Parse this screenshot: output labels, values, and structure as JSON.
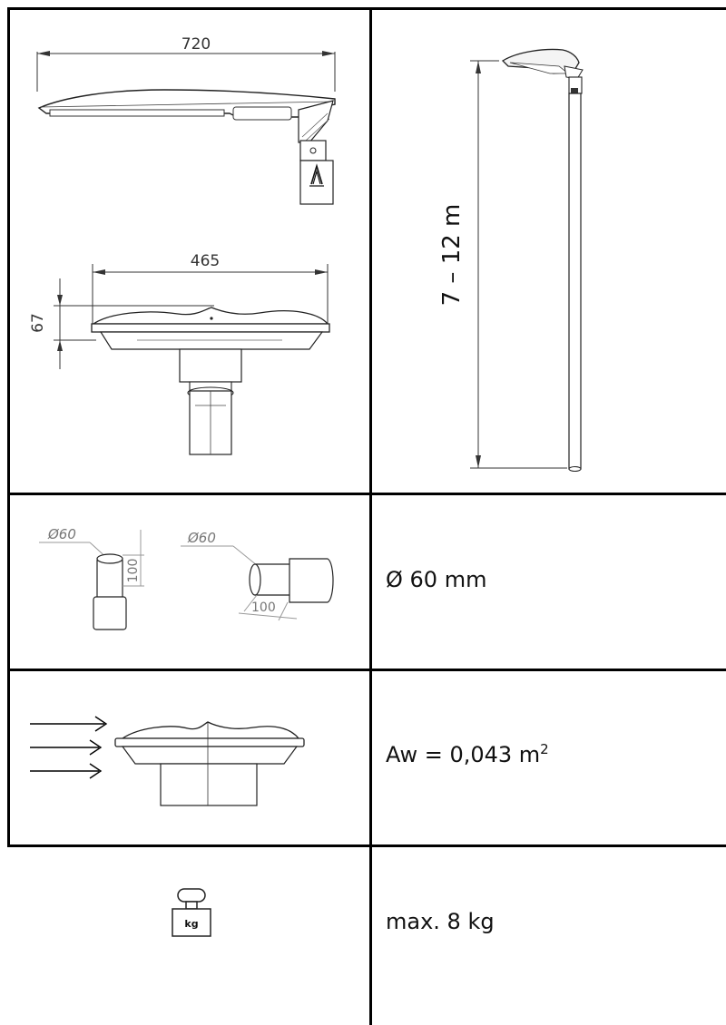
{
  "drawings": {
    "top_length_label": "720",
    "front_width_label": "465",
    "front_height_label": "67",
    "spigot_diameter_label_1": "Ø60",
    "spigot_length_label_1": "100",
    "spigot_diameter_label_2": "Ø60",
    "spigot_length_label_2": "100",
    "weight_icon_label": "kg"
  },
  "rows": {
    "mounting_height": "7 – 12 m",
    "spigot_diameter": "Ø 60 mm",
    "windage_area_prefix": "Aw = 0,043 m",
    "windage_area_exponent": "2",
    "weight": "max. 8 kg"
  }
}
